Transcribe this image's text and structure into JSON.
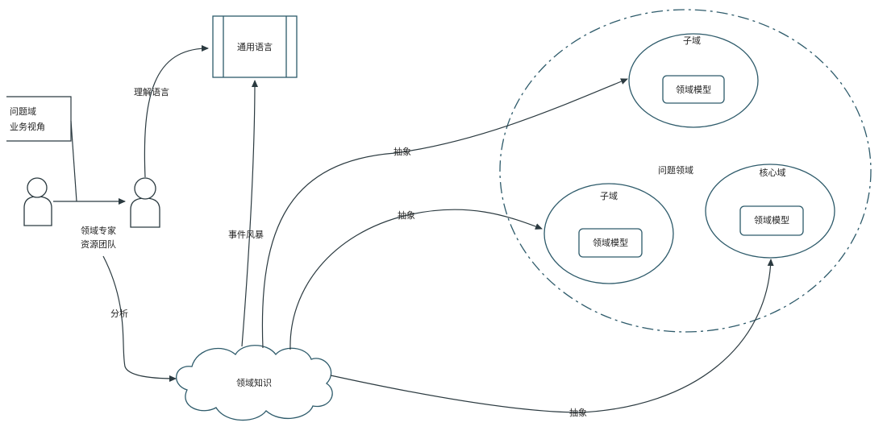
{
  "nodes": {
    "problem_domain_label": "问题域",
    "business_view_label": "业务视角",
    "domain_expert_label": "领域专家",
    "dev_team_label": "资源团队",
    "ubiquitous_language": "通用语言",
    "domain_knowledge": "领域知识",
    "problem_domain_outer": "问题领域",
    "subdomain_top": "子域",
    "subdomain_mid": "子域",
    "core_domain": "核心域",
    "domain_model_top": "领域模型",
    "domain_model_mid": "领域模型",
    "domain_model_core": "领域模型"
  },
  "edges": {
    "understand_language": "理解语言",
    "event_storming": "事件风暴",
    "analyze": "分析",
    "abstract_top": "抽象",
    "abstract_mid": "抽象",
    "abstract_bottom": "抽象"
  },
  "colors": {
    "line": "#2b3a40",
    "teal": "#2d5a6a",
    "background": "#ffffff"
  }
}
